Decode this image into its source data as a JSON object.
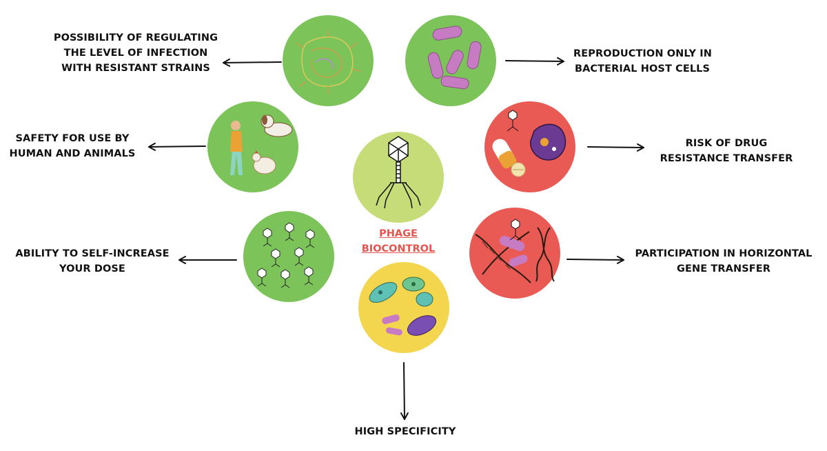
{
  "center": {
    "title_line1": "PHAGE",
    "title_line2": "BIOCONTROL"
  },
  "nodes": {
    "regulating_infection": {
      "lines": [
        "POSSIBILITY OF REGULATING",
        "THE LEVEL OF INFECTION",
        "WITH RESISTANT STRAINS"
      ],
      "color": "#7cc35a",
      "icon": "bacterium-outline-icon"
    },
    "host_reproduction": {
      "lines": [
        "REPRODUCTION ONLY IN",
        "BACTERIAL HOST CELLS"
      ],
      "color": "#7cc35a",
      "icon": "rod-bacteria-icon"
    },
    "safety": {
      "lines": [
        "SAFETY FOR USE BY",
        "HUMAN AND ANIMALS"
      ],
      "color": "#7cc35a",
      "icon": "person-dog-chicken-icon"
    },
    "drug_resistance": {
      "lines": [
        "RISK OF DRUG",
        "RESISTANCE TRANSFER"
      ],
      "color": "#ea5a55",
      "icon": "pills-bacterium-icon"
    },
    "self_increase": {
      "lines": [
        "ABILITY TO SELF-INCREASE",
        "YOUR DOSE"
      ],
      "color": "#7cc35a",
      "icon": "many-phages-icon"
    },
    "gene_transfer": {
      "lines": [
        "PARTICIPATION IN HORIZONTAL",
        "GENE TRANSFER"
      ],
      "color": "#ea5a55",
      "icon": "dna-strands-icon"
    },
    "specificity": {
      "lines": [
        "HIGH SPECIFICITY"
      ],
      "color": "#f4d54e",
      "icon": "assorted-bacteria-icon"
    },
    "phage": {
      "color": "#c6dc78",
      "icon": "bacteriophage-icon"
    }
  }
}
